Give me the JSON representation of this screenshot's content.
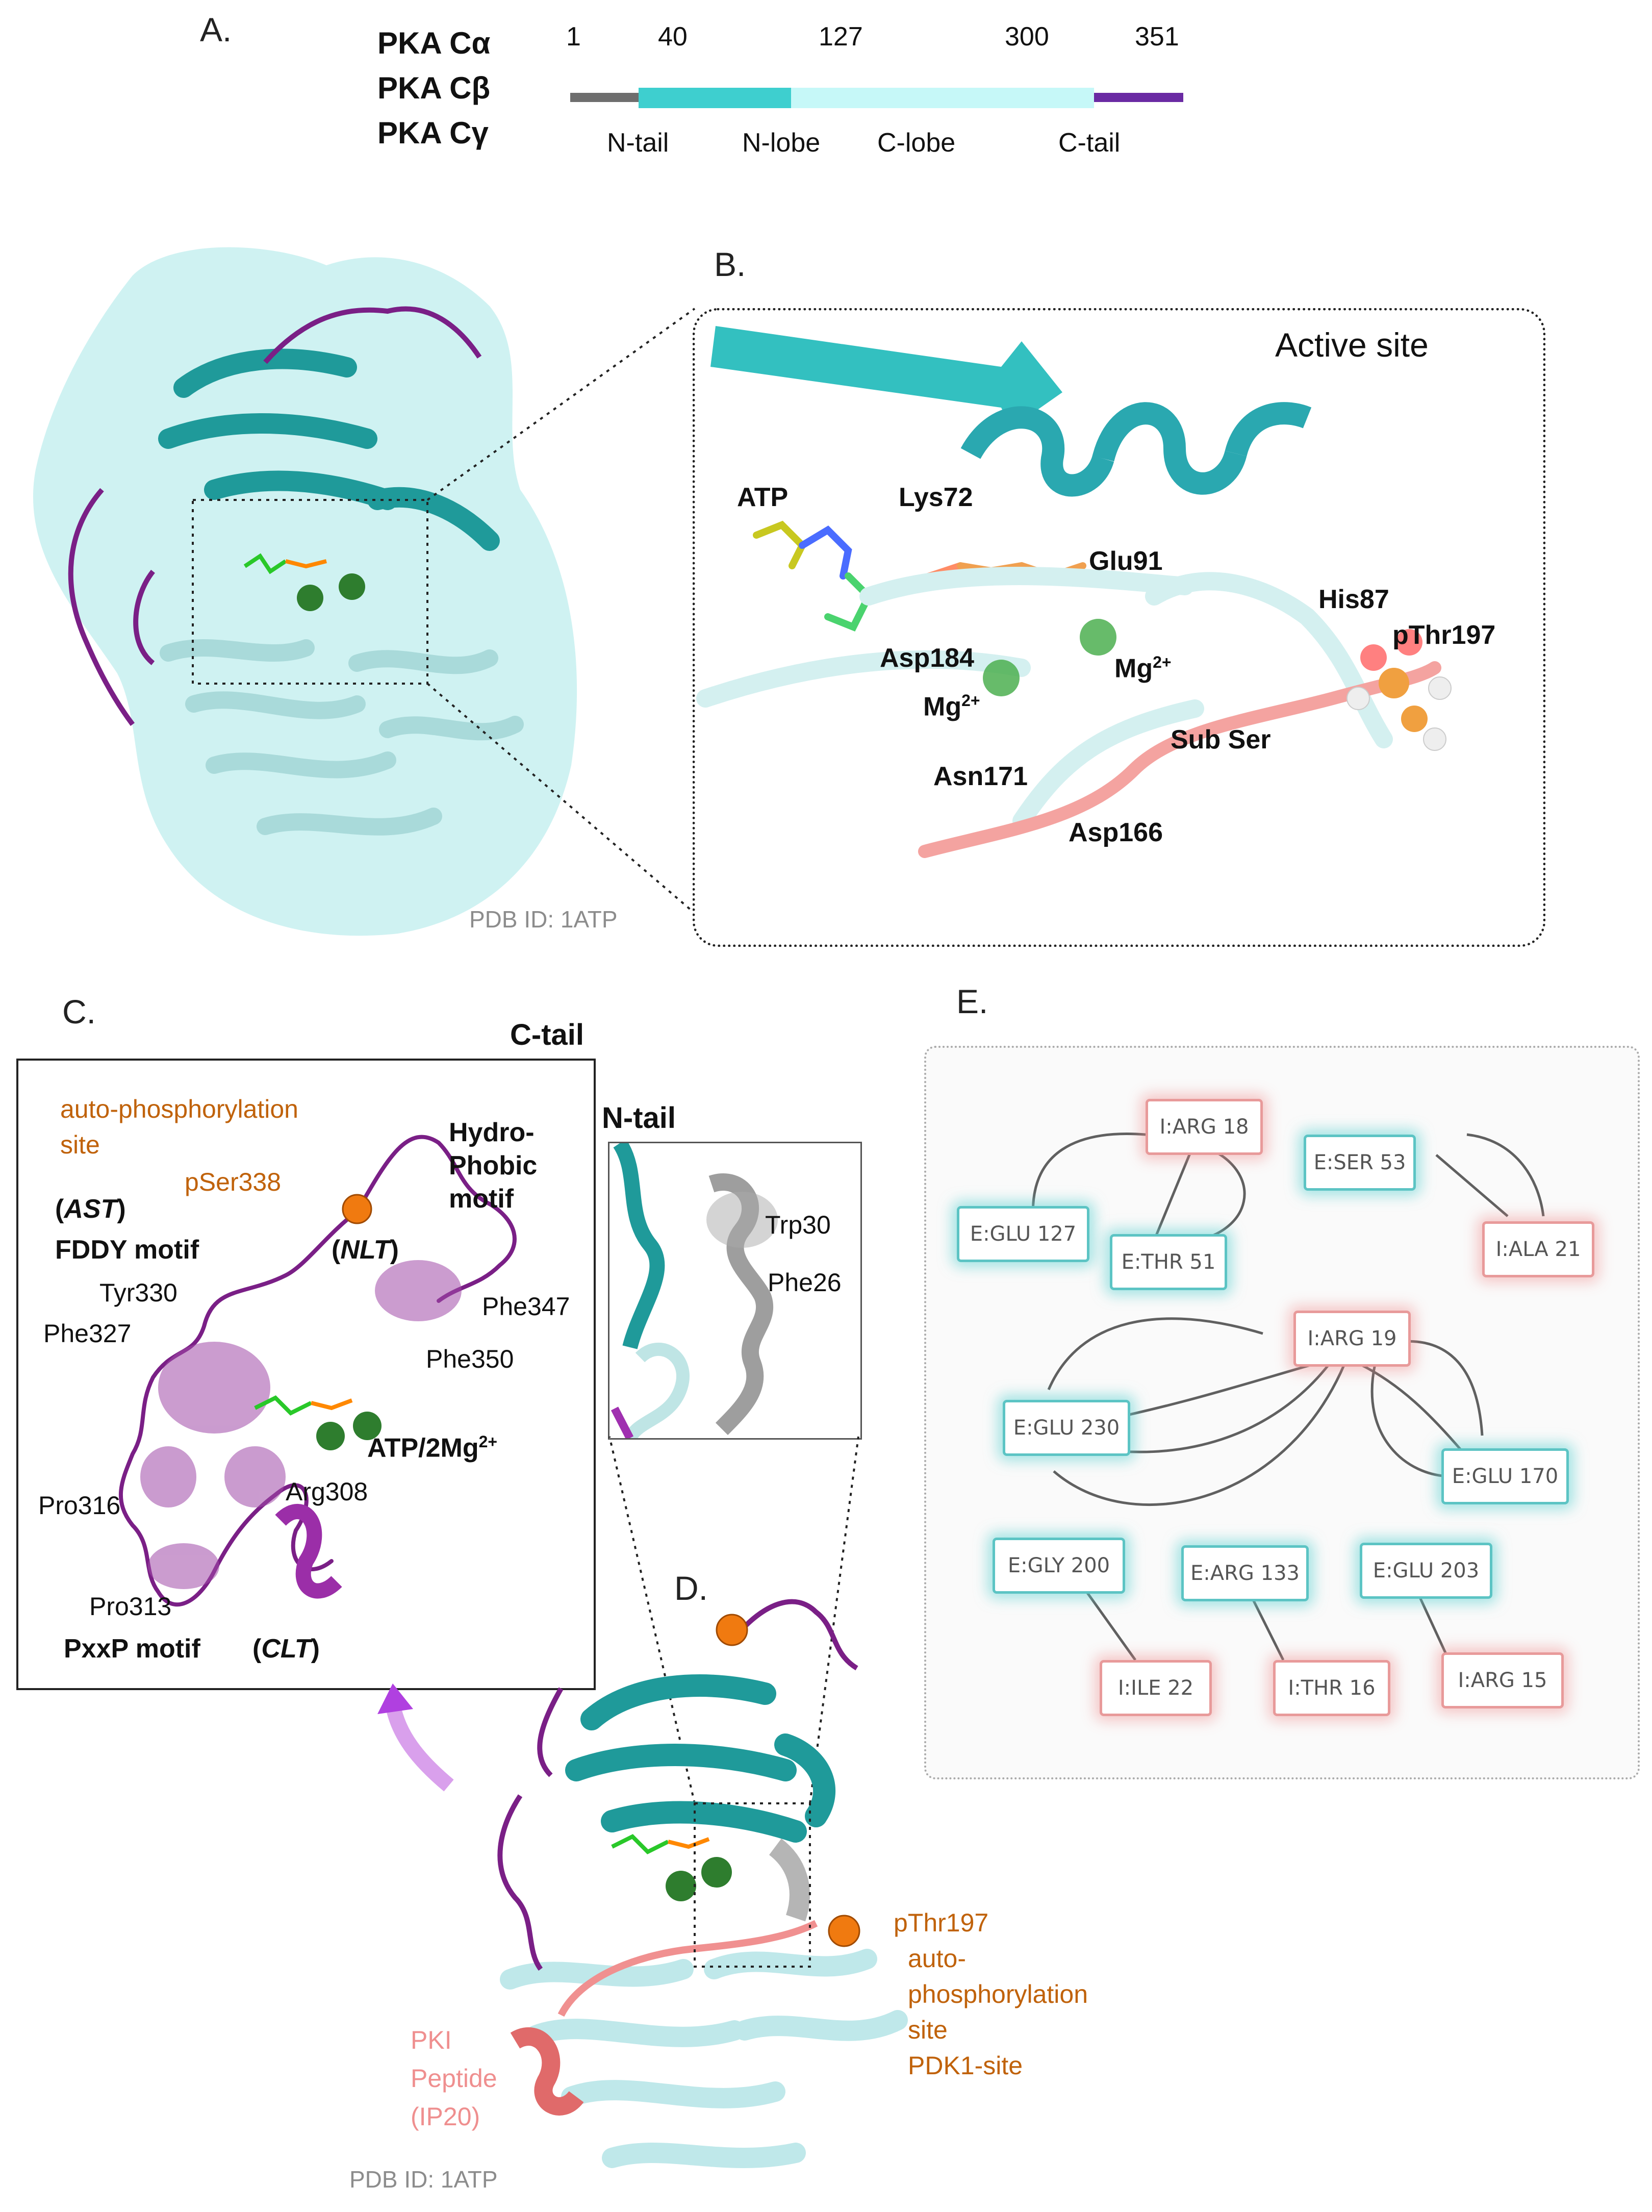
{
  "panelA": {
    "letter": "A.",
    "isoforms": [
      "PKA Cα",
      "PKA Cβ",
      "PKA Cγ"
    ],
    "positions": [
      "1",
      "40",
      "127",
      "300",
      "351"
    ],
    "domains": [
      {
        "name": "N-tail",
        "start": 1,
        "end": 40,
        "color": "#6e6e6e"
      },
      {
        "name": "N-lobe",
        "start": 40,
        "end": 127,
        "color": "#3ecfcf"
      },
      {
        "name": "C-lobe",
        "start": 127,
        "end": 300,
        "color": "#c6f8f8"
      },
      {
        "name": "C-tail",
        "start": 300,
        "end": 351,
        "color": "#6a2aa3"
      }
    ]
  },
  "panelB": {
    "letter": "B.",
    "title": "Active site",
    "pdb": "PDB ID: 1ATP",
    "labels": {
      "atp": "ATP",
      "lys72": "Lys72",
      "glu91": "Glu91",
      "his87": "His87",
      "pthr197": "pThr197",
      "asp184": "Asp184",
      "mg_b": "Mg",
      "mg_a": "Mg",
      "mg_sup": "2+",
      "subser": "Sub Ser",
      "asn171": "Asn171",
      "asp166": "Asp166"
    }
  },
  "panelC": {
    "letter": "C.",
    "ctail": "C-tail",
    "ntail": "N-tail",
    "auto1": "auto-phosphorylation",
    "auto2": "site",
    "pser338": "pSer338",
    "hydro1": "Hydro-",
    "hydro2": "Phobic",
    "hydro3": "motif",
    "ast": "AST",
    "fddy": "FDDY motif",
    "nlt": "NLT",
    "tyr330": "Tyr330",
    "phe327": "Phe327",
    "phe347": "Phe347",
    "phe350": "Phe350",
    "atp2mg": "ATP/2Mg",
    "atp2mg_sup": "2+",
    "arg308": "Arg308",
    "pro316": "Pro316",
    "pro313": "Pro313",
    "pxxp": "PxxP motif",
    "clt": "CLT",
    "trp30": "Trp30",
    "phe26": "Phe26"
  },
  "panelD": {
    "letter": "D.",
    "pthr197": "pThr197",
    "auto1": "auto-",
    "auto2": "phosphorylation",
    "auto3": "site",
    "pdk1": "PDK1-site",
    "pki1": "PKI",
    "pki2": "Peptide",
    "pki3": "(IP20)",
    "pdb": "PDB ID: 1ATP"
  },
  "panelE": {
    "letter": "E.",
    "nodes": {
      "iarg18": "I:ARG  18",
      "eser53": "E:SER  53",
      "eglu127": "E:GLU 127",
      "ethr51": "E:THR  51",
      "iala21": "I:ALA  21",
      "iarg19": "I:ARG  19",
      "eglu230": "E:GLU 230",
      "eglu170": "E:GLU 170",
      "egly200": "E:GLY 200",
      "earg133": "E:ARG 133",
      "eglu203": "E:GLU 203",
      "iile22": "I:ILE  22",
      "ithr16": "I:THR  16",
      "iarg15": "I:ARG  15"
    }
  }
}
